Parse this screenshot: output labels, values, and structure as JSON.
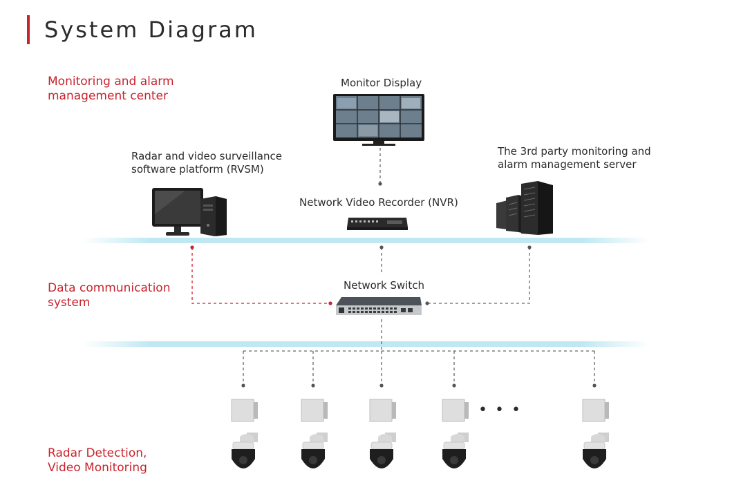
{
  "title": "System Diagram",
  "sections": {
    "management": "Monitoring and alarm\nmanagement center",
    "data": "Data communication\nsystem",
    "radar": "Radar Detection,\nVideo Monitoring"
  },
  "devices": {
    "monitor": "Monitor Display",
    "rvsm": "Radar and video surveillance\nsoftware platform (RVSM)",
    "nvr": "Network Video Recorder (NVR)",
    "server": "The 3rd party monitoring and\n alarm management server",
    "switch": "Network Switch"
  },
  "colors": {
    "accent": "#c9232d",
    "band": "#bfe8f2",
    "link": "#666666"
  },
  "ellipsis": "• • •"
}
